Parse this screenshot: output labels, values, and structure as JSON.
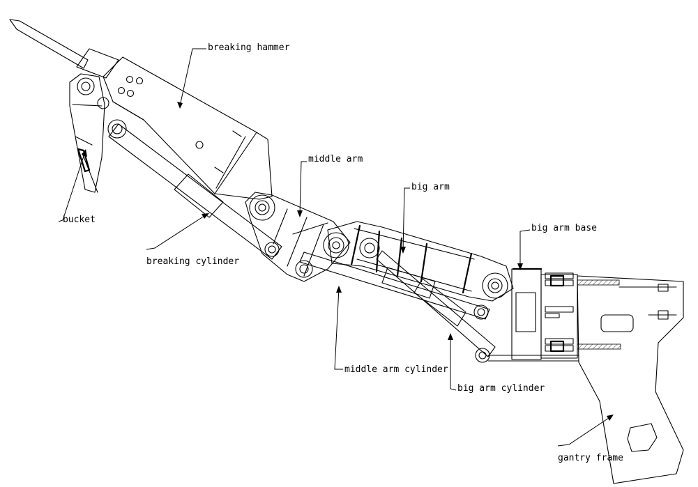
{
  "labels": {
    "breaking_hammer": "breaking hammer",
    "middle_arm": "middle arm",
    "big_arm": "big arm",
    "big_arm_base": "big arm base",
    "bucket": "bucket",
    "breaking_cylinder": "breaking cylinder",
    "middle_arm_cylinder": "middle arm cylinder",
    "big_arm_cylinder": "big arm cylinder",
    "gantry_frame": "gantry frame"
  },
  "colors": {
    "line": "#000000",
    "background": "#ffffff"
  }
}
